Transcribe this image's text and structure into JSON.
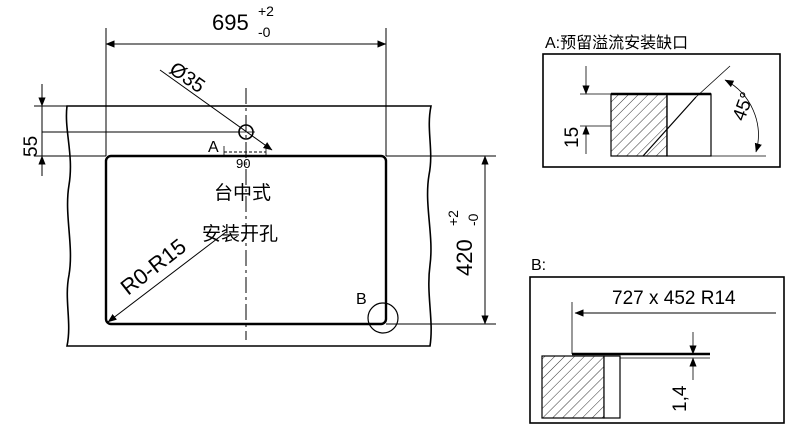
{
  "main_view": {
    "width_dim": "695",
    "width_tol_upper": "+2",
    "width_tol_lower": "-0",
    "height_dim": "420",
    "height_tol_upper": "+2",
    "height_tol_lower": "-0",
    "hole_diameter": "Ø35",
    "offset_55": "55",
    "offset_90": "90",
    "radius_label": "R0-R15",
    "cutout_title_line1": "台中式",
    "cutout_title_line2": "安装开孔",
    "detail_ref_a": "A",
    "detail_ref_b": "B"
  },
  "detail_a": {
    "title": "A:预留溢流安装缺口",
    "depth_dim": "15",
    "angle_dim": "45°"
  },
  "detail_b": {
    "title": "B:",
    "size_label": "727 x 452 R14",
    "thickness_dim": "1,4"
  }
}
